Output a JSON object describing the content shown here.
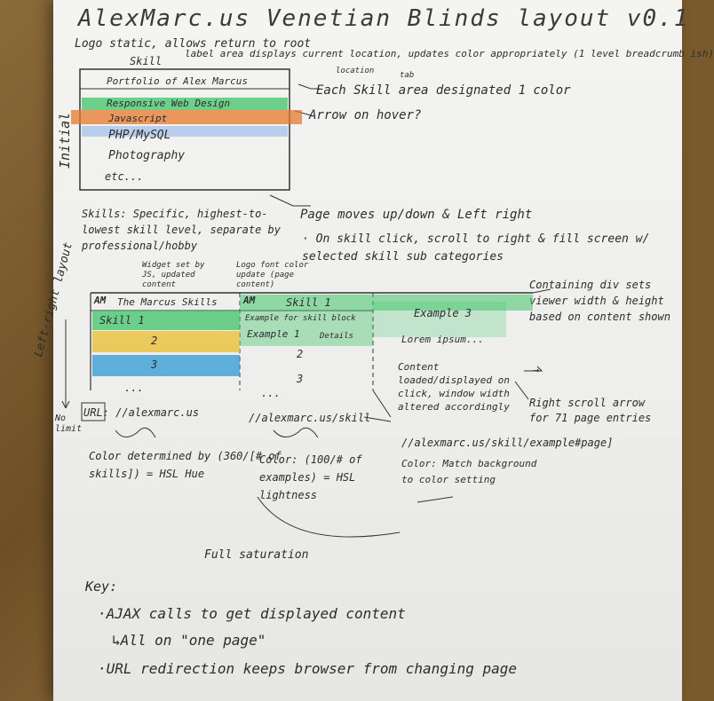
{
  "page_title": "AlexMarc.us Venetian Blinds layout v0.1",
  "notes": {
    "logo_static": "Logo static, allows return to root",
    "label_area": "label area displays current location, updates color appropriately (1 level breadcrumb ish)",
    "skill_caption": "Skill",
    "location_hint": "location",
    "tab_hint": "tab",
    "each_skill": "Each Skill area designated 1 color",
    "arrow_hover": "Arrow on hover?",
    "initial": "Initial",
    "skills_sort": "Skills: Specific, highest-to-lowest skill level, separate by professional/hobby",
    "page_moves": "Page moves up/down & Left right",
    "on_skill_click": "· On skill click, scroll to right & fill screen w/ selected skill sub categories",
    "left_right_layout": "Left-right layout",
    "widget_note": "Widget set by JS, updated content",
    "logo_color": "Logo font color update (page content)",
    "containing_div": "Containing div sets viewer width & height based on content shown",
    "lorem": "Lorem ipsum...",
    "content_loaded": "Content loaded/displayed on click, window width altered accordingly",
    "right_scroll": "Right scroll arrow for 71 page entries",
    "no_limit": "No limit",
    "url_root": "URL: //alexmarc.us",
    "url_skill": "//alexmarc.us/skill",
    "url_example": "//alexmarc.us/skill/example#page]",
    "color_hue": "Color determined by (360/[# of skills]) = HSL Hue",
    "color_light": "Color: (100/# of examples) = HSL lightness",
    "color_match": "Color: Match background to color setting",
    "full_saturation": "Full saturation",
    "key_title": "Key:",
    "key_1": "·AJAX calls to get displayed content",
    "key_2": "↳All on \"one page\"",
    "key_3": "·URL redirection keeps browser from changing page"
  },
  "initial_list": [
    "Portfolio of Alex Marcus",
    "Responsive Web Design",
    "Javascript",
    "PHP/MySQL",
    "Photography",
    "etc..."
  ],
  "lr_layout": {
    "logo": "AM",
    "header_left": "The Marcus Skills",
    "header_mid": "Skill 1",
    "sub_text": "Example for skill block",
    "example_1": "Example 1",
    "example_3": "Example 3",
    "details": "Details",
    "rows_left": [
      "Skill 1",
      "2",
      "3",
      "..."
    ],
    "rows_mid": [
      "1",
      "2",
      "3",
      "..."
    ],
    "arrow": "→"
  },
  "colors": {
    "green": "#3fc46a",
    "orange": "#e6782c",
    "blue": "#7ea9e8",
    "yellow": "#e9bd2e",
    "cyan": "#2d9ad6"
  }
}
